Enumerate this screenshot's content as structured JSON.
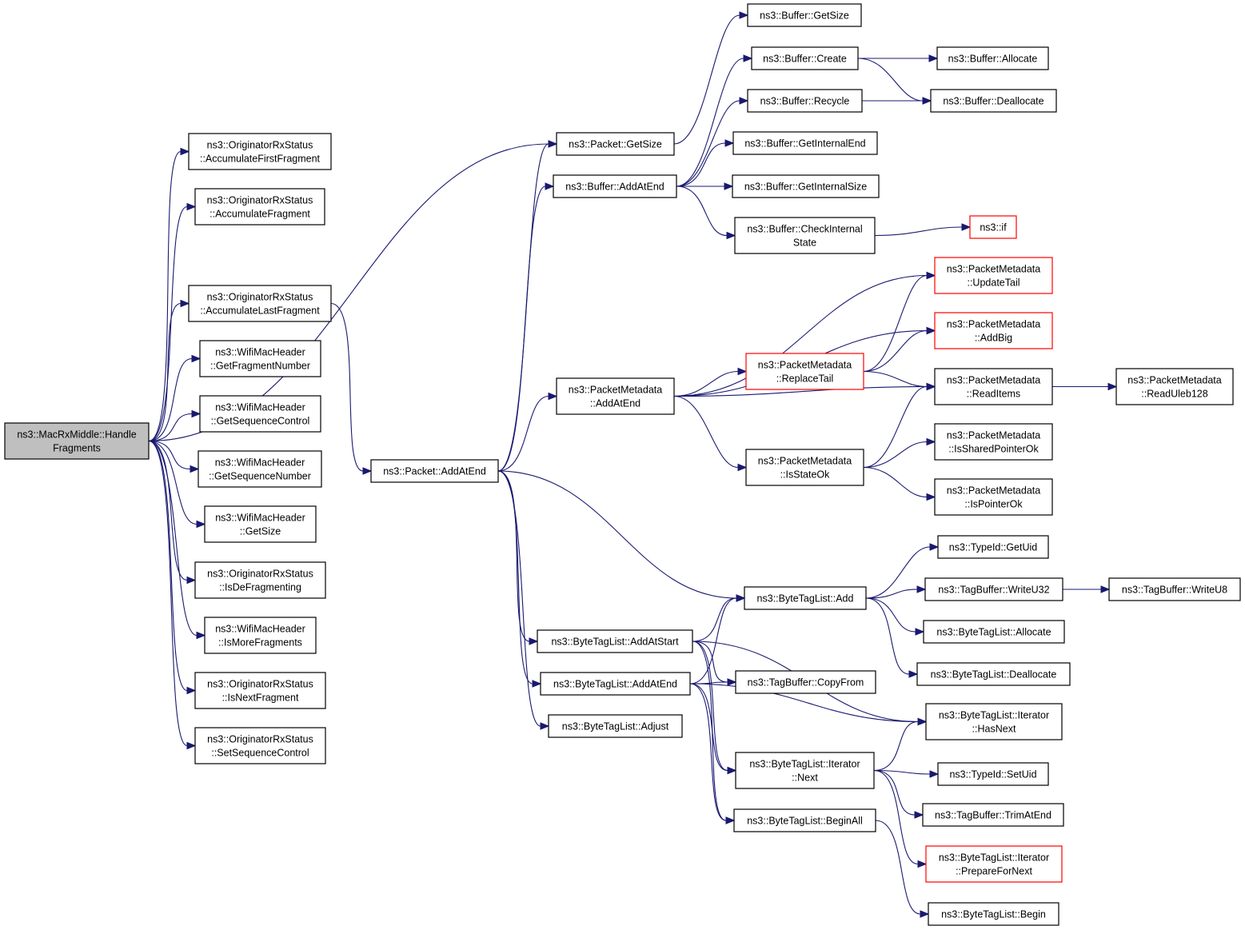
{
  "nodes": [
    {
      "id": "root",
      "lines": [
        "ns3::MacRxMiddle::Handle",
        "Fragments"
      ],
      "style": "root"
    },
    {
      "id": "accFirst",
      "lines": [
        "ns3::OriginatorRxStatus",
        "::AccumulateFirstFragment"
      ]
    },
    {
      "id": "accFrag",
      "lines": [
        "ns3::OriginatorRxStatus",
        "::AccumulateFragment"
      ]
    },
    {
      "id": "accLast",
      "lines": [
        "ns3::OriginatorRxStatus",
        "::AccumulateLastFragment"
      ]
    },
    {
      "id": "getFragNum",
      "lines": [
        "ns3::WifiMacHeader",
        "::GetFragmentNumber"
      ]
    },
    {
      "id": "getSeqCtl",
      "lines": [
        "ns3::WifiMacHeader",
        "::GetSequenceControl"
      ]
    },
    {
      "id": "getSeqNum",
      "lines": [
        "ns3::WifiMacHeader",
        "::GetSequenceNumber"
      ]
    },
    {
      "id": "hdrGetSize",
      "lines": [
        "ns3::WifiMacHeader",
        "::GetSize"
      ]
    },
    {
      "id": "isDeFrag",
      "lines": [
        "ns3::OriginatorRxStatus",
        "::IsDeFragmenting"
      ]
    },
    {
      "id": "isMore",
      "lines": [
        "ns3::WifiMacHeader",
        "::IsMoreFragments"
      ]
    },
    {
      "id": "isNext",
      "lines": [
        "ns3::OriginatorRxStatus",
        "::IsNextFragment"
      ]
    },
    {
      "id": "setSeqCtl",
      "lines": [
        "ns3::OriginatorRxStatus",
        "::SetSequenceControl"
      ]
    },
    {
      "id": "pktGetSize",
      "lines": [
        "ns3::Packet::GetSize"
      ]
    },
    {
      "id": "pktAddAtEnd",
      "lines": [
        "ns3::Packet::AddAtEnd"
      ]
    },
    {
      "id": "bufAddAtEnd",
      "lines": [
        "ns3::Buffer::AddAtEnd"
      ]
    },
    {
      "id": "pmAddAtEnd",
      "lines": [
        "ns3::PacketMetadata",
        "::AddAtEnd"
      ]
    },
    {
      "id": "btlAddAtStart",
      "lines": [
        "ns3::ByteTagList::AddAtStart"
      ]
    },
    {
      "id": "btlAddAtEnd",
      "lines": [
        "ns3::ByteTagList::AddAtEnd"
      ]
    },
    {
      "id": "btlAdjust",
      "lines": [
        "ns3::ByteTagList::Adjust"
      ]
    },
    {
      "id": "bufGetSize",
      "lines": [
        "ns3::Buffer::GetSize"
      ]
    },
    {
      "id": "bufCreate",
      "lines": [
        "ns3::Buffer::Create"
      ]
    },
    {
      "id": "bufRecycle",
      "lines": [
        "ns3::Buffer::Recycle"
      ]
    },
    {
      "id": "bufGetIntEnd",
      "lines": [
        "ns3::Buffer::GetInternalEnd"
      ]
    },
    {
      "id": "bufGetIntSize",
      "lines": [
        "ns3::Buffer::GetInternalSize"
      ]
    },
    {
      "id": "bufCheck",
      "lines": [
        "ns3::Buffer::CheckInternal",
        "State"
      ]
    },
    {
      "id": "pmReplaceTail",
      "lines": [
        "ns3::PacketMetadata",
        "::ReplaceTail"
      ],
      "style": "red"
    },
    {
      "id": "pmIsStateOk",
      "lines": [
        "ns3::PacketMetadata",
        "::IsStateOk"
      ]
    },
    {
      "id": "btlAdd",
      "lines": [
        "ns3::ByteTagList::Add"
      ]
    },
    {
      "id": "tbCopyFrom",
      "lines": [
        "ns3::TagBuffer::CopyFrom"
      ]
    },
    {
      "id": "btlItNext",
      "lines": [
        "ns3::ByteTagList::Iterator",
        "::Next"
      ]
    },
    {
      "id": "btlBeginAll",
      "lines": [
        "ns3::ByteTagList::BeginAll"
      ]
    },
    {
      "id": "bufAllocate",
      "lines": [
        "ns3::Buffer::Allocate"
      ]
    },
    {
      "id": "bufDeallocate",
      "lines": [
        "ns3::Buffer::Deallocate"
      ]
    },
    {
      "id": "nsIf",
      "lines": [
        "ns3::if"
      ],
      "style": "red"
    },
    {
      "id": "pmUpdateTail",
      "lines": [
        "ns3::PacketMetadata",
        "::UpdateTail"
      ],
      "style": "red"
    },
    {
      "id": "pmAddBig",
      "lines": [
        "ns3::PacketMetadata",
        "::AddBig"
      ],
      "style": "red"
    },
    {
      "id": "pmReadItems",
      "lines": [
        "ns3::PacketMetadata",
        "::ReadItems"
      ]
    },
    {
      "id": "pmIsShared",
      "lines": [
        "ns3::PacketMetadata",
        "::IsSharedPointerOk"
      ]
    },
    {
      "id": "pmIsPtrOk",
      "lines": [
        "ns3::PacketMetadata",
        "::IsPointerOk"
      ]
    },
    {
      "id": "tidGetUid",
      "lines": [
        "ns3::TypeId::GetUid"
      ]
    },
    {
      "id": "tbWriteU32",
      "lines": [
        "ns3::TagBuffer::WriteU32"
      ]
    },
    {
      "id": "btlAllocate",
      "lines": [
        "ns3::ByteTagList::Allocate"
      ]
    },
    {
      "id": "btlDeallocate",
      "lines": [
        "ns3::ByteTagList::Deallocate"
      ]
    },
    {
      "id": "btlItHasNext",
      "lines": [
        "ns3::ByteTagList::Iterator",
        "::HasNext"
      ]
    },
    {
      "id": "tidSetUid",
      "lines": [
        "ns3::TypeId::SetUid"
      ]
    },
    {
      "id": "tbTrimAtEnd",
      "lines": [
        "ns3::TagBuffer::TrimAtEnd"
      ]
    },
    {
      "id": "btlItPrepare",
      "lines": [
        "ns3::ByteTagList::Iterator",
        "::PrepareForNext"
      ],
      "style": "red"
    },
    {
      "id": "btlBegin",
      "lines": [
        "ns3::ByteTagList::Begin"
      ]
    },
    {
      "id": "pmReadUleb",
      "lines": [
        "ns3::PacketMetadata",
        "::ReadUleb128"
      ]
    },
    {
      "id": "tbWriteU8",
      "lines": [
        "ns3::TagBuffer::WriteU8"
      ]
    }
  ],
  "edges": [
    [
      "root",
      "accFirst"
    ],
    [
      "root",
      "accFrag"
    ],
    [
      "root",
      "pktGetSize"
    ],
    [
      "root",
      "accLast"
    ],
    [
      "root",
      "getFragNum"
    ],
    [
      "root",
      "getSeqCtl"
    ],
    [
      "root",
      "getSeqNum"
    ],
    [
      "root",
      "hdrGetSize"
    ],
    [
      "root",
      "isDeFrag"
    ],
    [
      "root",
      "isMore"
    ],
    [
      "root",
      "isNext"
    ],
    [
      "root",
      "setSeqCtl"
    ],
    [
      "accLast",
      "pktAddAtEnd"
    ],
    [
      "pktAddAtEnd",
      "pktGetSize"
    ],
    [
      "pktAddAtEnd",
      "bufAddAtEnd"
    ],
    [
      "pktAddAtEnd",
      "pmAddAtEnd"
    ],
    [
      "pktAddAtEnd",
      "btlAdd"
    ],
    [
      "pktAddAtEnd",
      "btlAddAtStart"
    ],
    [
      "pktAddAtEnd",
      "btlAddAtEnd"
    ],
    [
      "pktAddAtEnd",
      "btlAdjust"
    ],
    [
      "pktGetSize",
      "bufGetSize"
    ],
    [
      "bufAddAtEnd",
      "bufCreate"
    ],
    [
      "bufAddAtEnd",
      "bufRecycle"
    ],
    [
      "bufAddAtEnd",
      "bufGetIntEnd"
    ],
    [
      "bufAddAtEnd",
      "bufGetIntSize"
    ],
    [
      "bufAddAtEnd",
      "bufCheck"
    ],
    [
      "bufCreate",
      "bufAllocate"
    ],
    [
      "bufCreate",
      "bufDeallocate"
    ],
    [
      "bufRecycle",
      "bufDeallocate"
    ],
    [
      "bufCheck",
      "nsIf"
    ],
    [
      "pmAddAtEnd",
      "pmUpdateTail"
    ],
    [
      "pmAddAtEnd",
      "pmAddBig"
    ],
    [
      "pmAddAtEnd",
      "pmReplaceTail"
    ],
    [
      "pmAddAtEnd",
      "pmReadItems"
    ],
    [
      "pmAddAtEnd",
      "pmIsStateOk"
    ],
    [
      "pmReplaceTail",
      "pmUpdateTail"
    ],
    [
      "pmReplaceTail",
      "pmAddBig"
    ],
    [
      "pmReplaceTail",
      "pmReadItems"
    ],
    [
      "pmReadItems",
      "pmReadUleb"
    ],
    [
      "pmIsStateOk",
      "pmReadItems"
    ],
    [
      "pmIsStateOk",
      "pmIsShared"
    ],
    [
      "pmIsStateOk",
      "pmIsPtrOk"
    ],
    [
      "btlAdd",
      "tidGetUid"
    ],
    [
      "btlAdd",
      "tbWriteU32"
    ],
    [
      "btlAdd",
      "btlAllocate"
    ],
    [
      "btlAdd",
      "btlDeallocate"
    ],
    [
      "tbWriteU32",
      "tbWriteU8"
    ],
    [
      "btlAddAtStart",
      "btlAdd"
    ],
    [
      "btlAddAtStart",
      "tbCopyFrom"
    ],
    [
      "btlAddAtStart",
      "btlItHasNext"
    ],
    [
      "btlAddAtStart",
      "btlItNext"
    ],
    [
      "btlAddAtStart",
      "btlBeginAll"
    ],
    [
      "btlAddAtEnd",
      "btlAdd"
    ],
    [
      "btlAddAtEnd",
      "tbCopyFrom"
    ],
    [
      "btlAddAtEnd",
      "btlItHasNext"
    ],
    [
      "btlAddAtEnd",
      "btlItNext"
    ],
    [
      "btlAddAtEnd",
      "btlBeginAll"
    ],
    [
      "btlItNext",
      "btlItHasNext"
    ],
    [
      "btlItNext",
      "tidSetUid"
    ],
    [
      "btlItNext",
      "tbTrimAtEnd"
    ],
    [
      "btlItNext",
      "btlItPrepare"
    ],
    [
      "btlBeginAll",
      "btlBegin"
    ]
  ],
  "colors": {
    "edge": "#191970",
    "root_fill": "#bfbfbf",
    "red_border": "#ff0000"
  }
}
